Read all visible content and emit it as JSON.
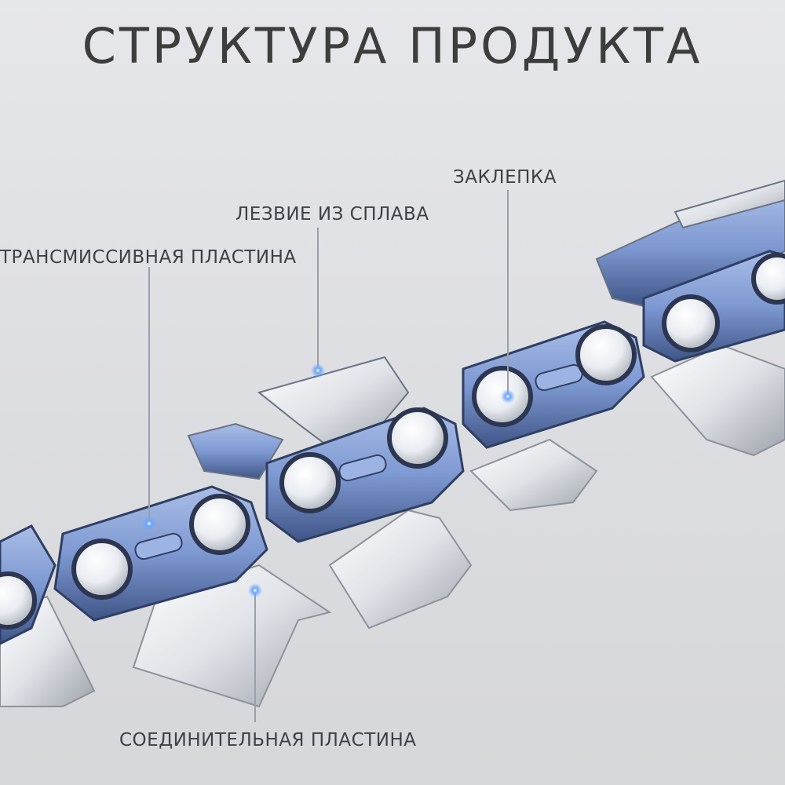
{
  "title": "СТРУКТУРА ПРОДУКТА",
  "labels": {
    "transmission_plate": "ТРАНСМИССИВНАЯ ПЛАСТИНА",
    "alloy_blade": "ЛЕЗВИЕ ИЗ СПЛАВА",
    "rivet": "ЗАКЛЕПКА",
    "connecting_plate": "СОЕДИНИТЕЛЬНАЯ ПЛАСТИНА"
  },
  "colors": {
    "chain_blue": "#7f9bd4",
    "chain_dark": "#3a4f7a",
    "steel": "#e8eaee",
    "marker": "#5a9bff"
  },
  "icons": [
    "chainsaw-chain-illustration",
    "callout-marker-dot"
  ]
}
